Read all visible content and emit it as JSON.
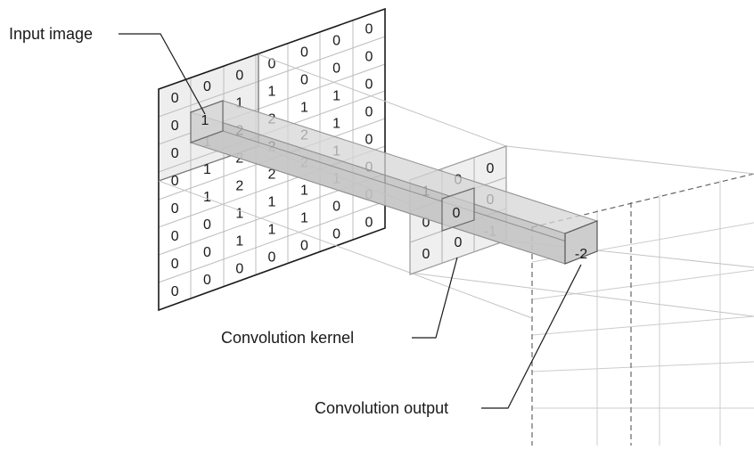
{
  "labels": {
    "input_image": "Input image",
    "convolution_kernel": "Convolution kernel",
    "convolution_output": "Convolution output"
  },
  "input_image": {
    "rows": [
      [
        "0",
        "0",
        "0",
        "0",
        "0",
        "0",
        "0"
      ],
      [
        "0",
        "1",
        "1",
        "1",
        "0",
        "0",
        "0"
      ],
      [
        "0",
        "1",
        "2",
        "2",
        "1",
        "1",
        "0"
      ],
      [
        "0",
        "1",
        "2",
        "2",
        "2",
        "1",
        "0"
      ],
      [
        "0",
        "1",
        "2",
        "2",
        "2",
        "1",
        "0"
      ],
      [
        "0",
        "0",
        "1",
        "1",
        "1",
        "1",
        "0"
      ],
      [
        "0",
        "0",
        "1",
        "1",
        "1",
        "0",
        "0"
      ],
      [
        "0",
        "0",
        "0",
        "0",
        "0",
        "0",
        "0"
      ]
    ],
    "highlight_cell": {
      "row": 1,
      "col": 1
    }
  },
  "kernel": {
    "rows": [
      [
        "1",
        "0",
        "0"
      ],
      [
        "0",
        "0",
        "0"
      ],
      [
        "0",
        "0",
        "-1"
      ]
    ]
  },
  "output": {
    "value": "-2"
  },
  "colors": {
    "line": "#1a1a1a",
    "grid": "#b9b9b9",
    "shade_light": "#ececec",
    "shade_mid": "#d2d2d2",
    "shade_dark": "#b4b4b4"
  }
}
